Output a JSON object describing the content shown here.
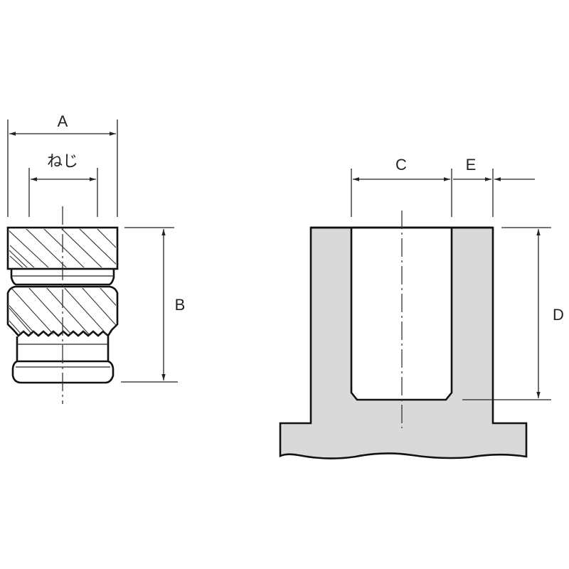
{
  "insert_view": {
    "labels": {
      "A": "A",
      "thread": "ねじ",
      "B": "B"
    }
  },
  "section_view": {
    "labels": {
      "C": "C",
      "E": "E",
      "D": "D"
    }
  },
  "colors": {
    "line": "#222222",
    "material_fill": "#d9d9d9"
  }
}
